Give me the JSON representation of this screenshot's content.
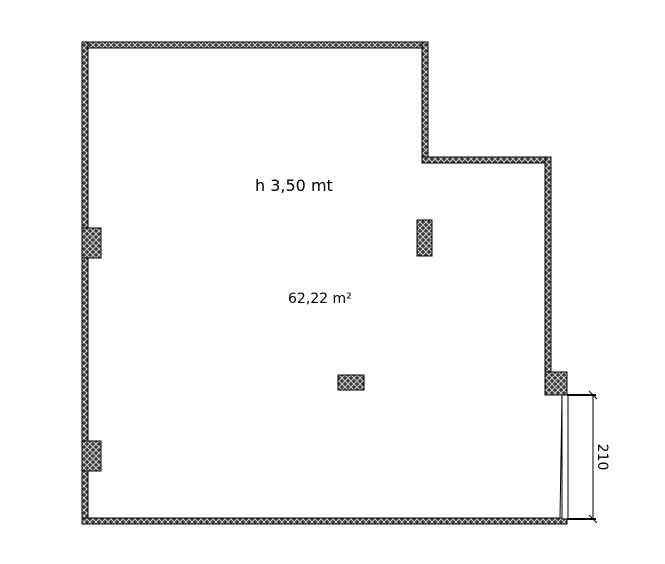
{
  "plan": {
    "height_label": "h 3,50 mt",
    "area_label": "62,22 m²",
    "door_dimension": "210"
  },
  "colors": {
    "wall": "#3a3a3a",
    "hatch": "#d0d0d0",
    "background": "#ffffff"
  }
}
